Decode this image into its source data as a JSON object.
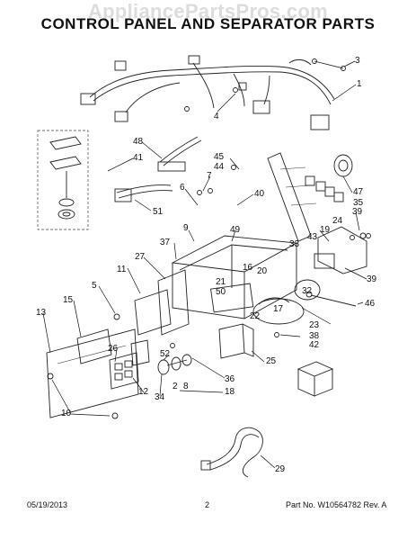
{
  "watermark": "AppliancePartsPros.com",
  "title": "CONTROL PANEL AND SEPARATOR PARTS",
  "footer": {
    "date": "05/19/2013",
    "page": "2",
    "part_no": "Part No. W10564782  Rev. A"
  },
  "callouts": [
    {
      "id": "c3",
      "text": "3"
    },
    {
      "id": "c1",
      "text": "1"
    },
    {
      "id": "c4",
      "text": "4"
    },
    {
      "id": "c48",
      "text": "48"
    },
    {
      "id": "c41",
      "text": "41"
    },
    {
      "id": "c45",
      "text": "45"
    },
    {
      "id": "c44",
      "text": "44"
    },
    {
      "id": "c7",
      "text": "7"
    },
    {
      "id": "c6",
      "text": "6"
    },
    {
      "id": "c40",
      "text": "40"
    },
    {
      "id": "c47",
      "text": "47"
    },
    {
      "id": "c35",
      "text": "35"
    },
    {
      "id": "c51",
      "text": "51"
    },
    {
      "id": "c39a",
      "text": "39"
    },
    {
      "id": "c24",
      "text": "24"
    },
    {
      "id": "c9",
      "text": "9"
    },
    {
      "id": "c49",
      "text": "49"
    },
    {
      "id": "c19",
      "text": "19"
    },
    {
      "id": "c43",
      "text": "43"
    },
    {
      "id": "c33",
      "text": "33"
    },
    {
      "id": "c37",
      "text": "37"
    },
    {
      "id": "c27",
      "text": "27"
    },
    {
      "id": "c16",
      "text": "16"
    },
    {
      "id": "c20",
      "text": "20"
    },
    {
      "id": "c39b",
      "text": "39"
    },
    {
      "id": "c11",
      "text": "11"
    },
    {
      "id": "c21",
      "text": "21"
    },
    {
      "id": "c50",
      "text": "50"
    },
    {
      "id": "c32",
      "text": "32"
    },
    {
      "id": "c46",
      "text": "46"
    },
    {
      "id": "c5",
      "text": "5"
    },
    {
      "id": "c15",
      "text": "15"
    },
    {
      "id": "c17",
      "text": "17"
    },
    {
      "id": "c13",
      "text": "13"
    },
    {
      "id": "c22",
      "text": "22"
    },
    {
      "id": "c23",
      "text": "23"
    },
    {
      "id": "c38",
      "text": "38"
    },
    {
      "id": "c42",
      "text": "42"
    },
    {
      "id": "c26",
      "text": "26"
    },
    {
      "id": "c52",
      "text": "52"
    },
    {
      "id": "c25",
      "text": "25"
    },
    {
      "id": "c36",
      "text": "36"
    },
    {
      "id": "c2",
      "text": "2"
    },
    {
      "id": "c8",
      "text": "8"
    },
    {
      "id": "c12",
      "text": "12"
    },
    {
      "id": "c34",
      "text": "34"
    },
    {
      "id": "c18",
      "text": "18"
    },
    {
      "id": "c10",
      "text": "10"
    },
    {
      "id": "c29",
      "text": "29"
    }
  ]
}
